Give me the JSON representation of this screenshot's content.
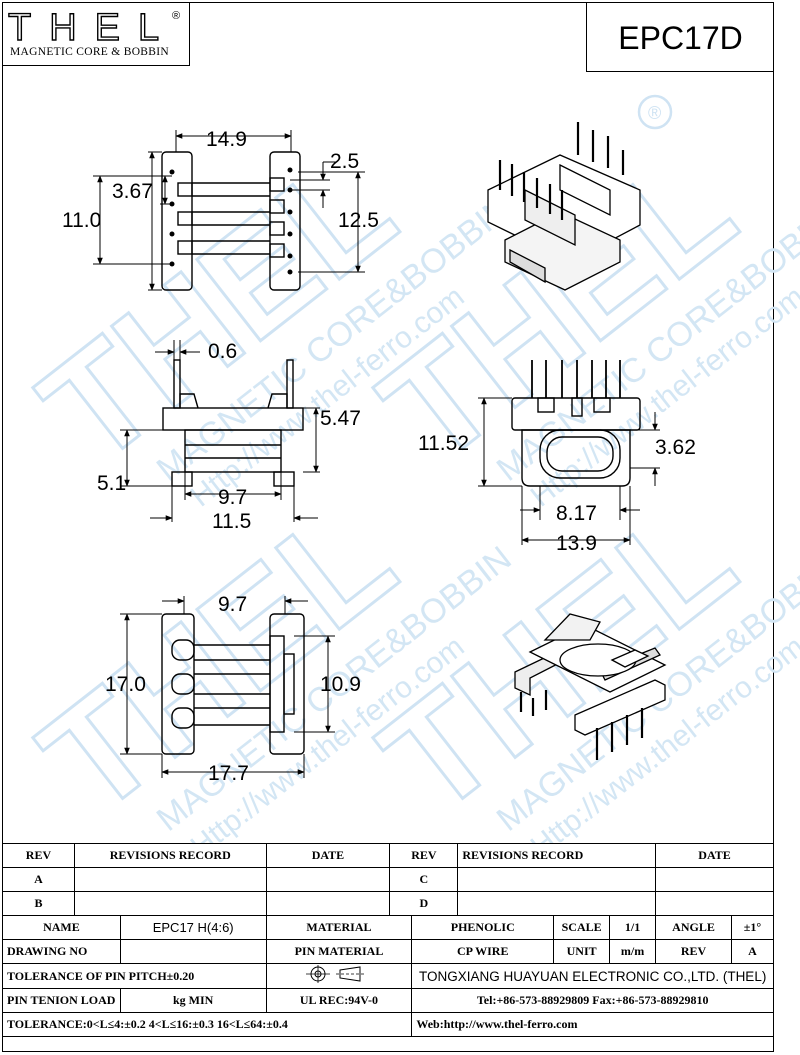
{
  "logo": {
    "brand": "THEL",
    "reg_mark": "®",
    "subtitle": "MAGNETIC CORE & BOBBIN"
  },
  "part_number": "EPC17D",
  "watermark": {
    "brand": "THEL",
    "line1": "MAGNETIC CORE&BOBBIN",
    "line2": "Http://www.thel-ferro.com",
    "reg_mark": "®"
  },
  "dimensions": {
    "top_view": {
      "width": "14.9",
      "pin_gap": "2.5",
      "pitch": "3.67",
      "inner": "11.0",
      "outer": "12.5"
    },
    "side_view": {
      "pin": "0.6",
      "height": "5.47",
      "base": "5.1",
      "inner_w": "9.7",
      "outer_w": "11.5"
    },
    "front_view": {
      "height": "11.52",
      "slot_h": "3.62",
      "slot_w": "8.17",
      "width": "13.9"
    },
    "bottom_view": {
      "inner_w": "9.7",
      "height": "17.0",
      "window": "10.9",
      "width": "17.7"
    }
  },
  "title_block": {
    "rev_label": "REV",
    "revisions_label": "REVISIONS RECORD",
    "date_label": "DATE",
    "rows_left": [
      "A",
      "B"
    ],
    "rows_right": [
      "C",
      "D"
    ],
    "name_label": "NAME",
    "name_value": "EPC17 H(4:6)",
    "material_label": "MATERIAL",
    "material_value": "PHENOLIC",
    "scale_label": "SCALE",
    "scale_value": "1/1",
    "angle_label": "ANGLE",
    "angle_value": "±1°",
    "drawing_no_label": "DRAWING NO",
    "pin_material_label": "PIN MATERIAL",
    "pin_material_value": "CP WIRE",
    "unit_label": "UNIT",
    "unit_value": "m/m",
    "rev_value": "A",
    "pin_pitch_tol": "TOLERANCE OF PIN PITCH±0.20",
    "pin_tension": "PIN TENION LOAD",
    "pin_tension_unit": "kg MIN",
    "ul_rec": "UL REC:94V-0",
    "tolerance": "TOLERANCE:0<L≤4:±0.2  4<L≤16:±0.3  16<L≤64:±0.4",
    "company": "TONGXIANG HUAYUAN ELECTRONIC CO.,LTD.  (THEL)",
    "tel": "Tel:+86-573-88929809 Fax:+86-573-88929810",
    "web": "Web:http://www.thel-ferro.com"
  }
}
